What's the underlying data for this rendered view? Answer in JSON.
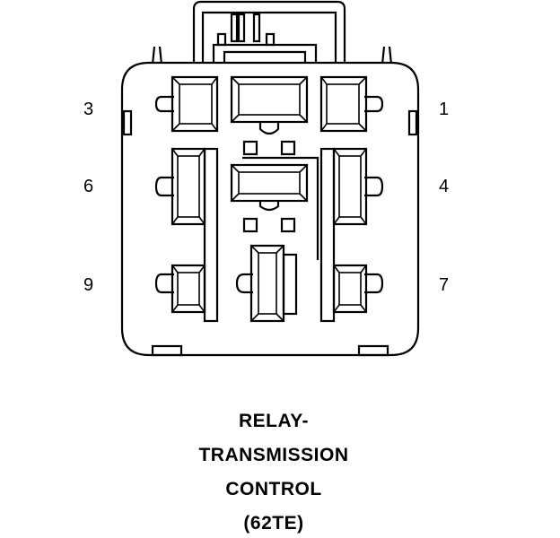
{
  "pin_labels": {
    "pin3": "3",
    "pin1": "1",
    "pin6": "6",
    "pin4": "4",
    "pin9": "9",
    "pin7": "7"
  },
  "caption": {
    "line1": "RELAY-",
    "line2": "TRANSMISSION",
    "line3": "CONTROL",
    "line4": "(62TE)"
  }
}
